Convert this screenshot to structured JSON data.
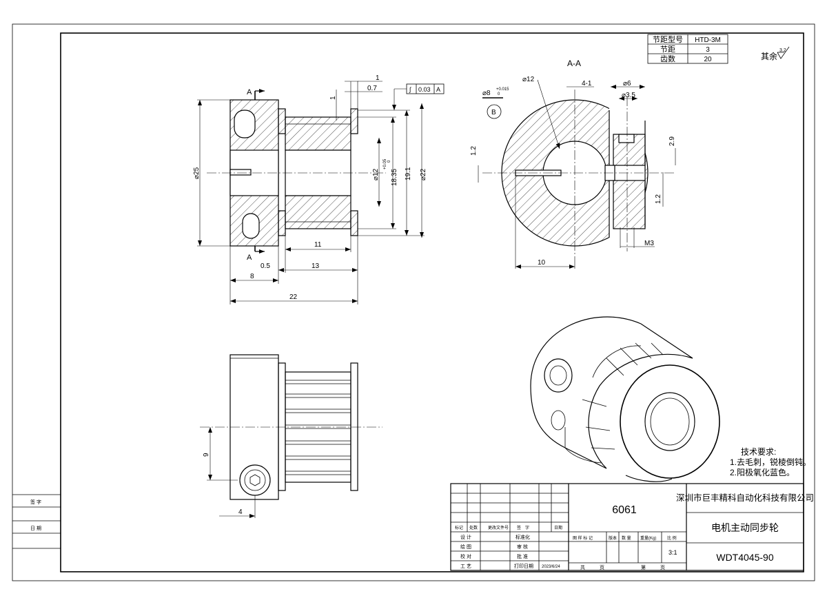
{
  "pitch_table": {
    "rows": [
      {
        "label": "节距型号",
        "value": "HTD-3M"
      },
      {
        "label": "节距",
        "value": "3"
      },
      {
        "label": "齿数",
        "value": "20"
      }
    ]
  },
  "surface_note": {
    "text": "其余",
    "roughness": "3.2"
  },
  "section_label": "A-A",
  "cut_labels": {
    "top": "A",
    "bottom": "A"
  },
  "datum": "B",
  "tolerance_frame": {
    "symbol": "∫",
    "value": "0.03",
    "datum": "A"
  },
  "dims_front": {
    "d25": "⌀25",
    "d12": "⌀12",
    "tol12_up": "+0.05",
    "tol12_low": "0",
    "d1835": "18.35",
    "d191": "19.1",
    "d22": "⌀22",
    "len11": "11",
    "len13": "13",
    "len05": "0.5",
    "len8": "8",
    "len22": "22",
    "top1": "1",
    "top07": "0.7",
    "side1": "1"
  },
  "dims_section": {
    "d12": "⌀12",
    "d8": "⌀8",
    "tol8_up": "+0.015",
    "tol8_low": "0",
    "w41": "4-1",
    "d6": "⌀6",
    "d35": "⌀3.5",
    "h29": "2.9",
    "h12a": "1.2",
    "h12b": "1.2",
    "m3": "M3",
    "len10": "10"
  },
  "dims_side": {
    "h9": "9",
    "w4": "4"
  },
  "tech_req": {
    "title": "技术要求:",
    "items": [
      "1.去毛刺，锐棱倒钝。",
      "2.阳极氧化蓝色。"
    ]
  },
  "title_block": {
    "material": "6061",
    "company": "深圳市巨丰精科自动化科技有限公司",
    "part_name": "电机主动同步轮",
    "drawing_no": "WDT4045-90",
    "scale_label": "比 例",
    "scale": "3:1",
    "rev_headers": [
      "标记",
      "处数",
      "更改文件号",
      "签　字",
      "日期"
    ],
    "rows": [
      {
        "left": "设 计",
        "mid": "标准化",
        "date": ""
      },
      {
        "left": "绘 图",
        "mid": "审 核",
        "date": ""
      },
      {
        "left": "校 对",
        "mid": "批 准",
        "date": ""
      },
      {
        "left": "工 艺",
        "mid": "打印日期",
        "date": "2023/6/24"
      }
    ],
    "stage_headers": [
      "图 样 标 记",
      "版本",
      "数 量",
      "重量(Kg)"
    ],
    "total": "共",
    "page": "页",
    "sheet": "第",
    "sheet_page": "页"
  },
  "side_stamp": {
    "sign": "签 字",
    "date": "日 期"
  }
}
